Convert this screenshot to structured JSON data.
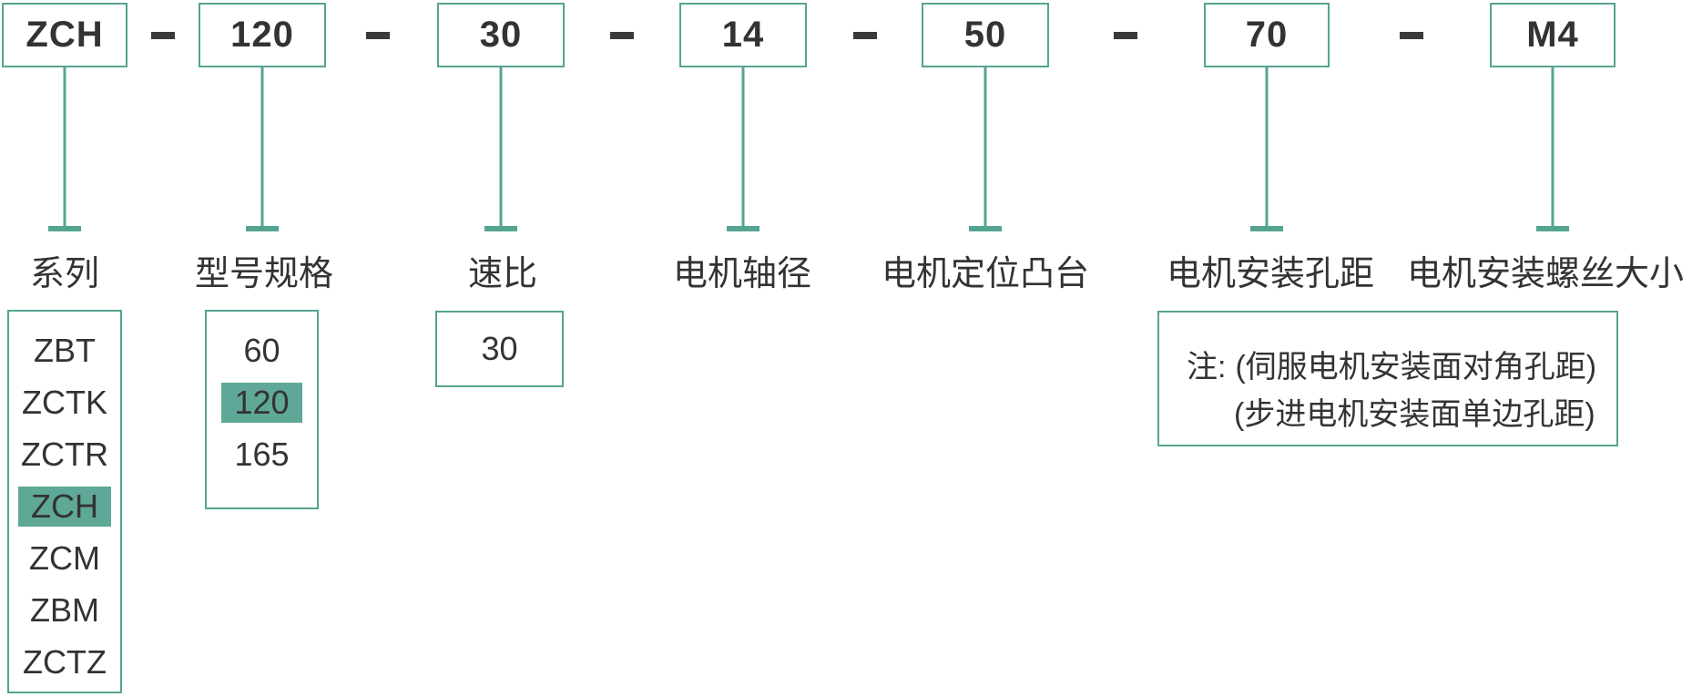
{
  "diagram": {
    "model_code": {
      "segments": [
        "ZCH",
        "120",
        "30",
        "14",
        "50",
        "70",
        "M4"
      ],
      "separator": "-"
    },
    "fields": [
      {
        "label": "系列"
      },
      {
        "label": "型号规格"
      },
      {
        "label": "速比"
      },
      {
        "label": "电机轴径"
      },
      {
        "label": "电机定位凸台"
      },
      {
        "label": "电机安装孔距"
      },
      {
        "label": "电机安装螺丝大小"
      }
    ],
    "series_options": {
      "items": [
        "ZBT",
        "ZCTK",
        "ZCTR",
        "ZCH",
        "ZCM",
        "ZBM",
        "ZCTZ"
      ],
      "selected": "ZCH"
    },
    "size_options": {
      "items": [
        "60",
        "120",
        "165"
      ],
      "selected": "120"
    },
    "ratio_options": {
      "items": [
        "30"
      ]
    },
    "note": {
      "prefix": "注:",
      "lines": [
        "(伺服电机安装面对角孔距)",
        "(步进电机安装面单边孔距)"
      ]
    },
    "colors": {
      "teal_border": "#55A492",
      "teal_highlight": "#5FA897",
      "text_dark": "#333333",
      "dash": "#3A3A38"
    }
  }
}
